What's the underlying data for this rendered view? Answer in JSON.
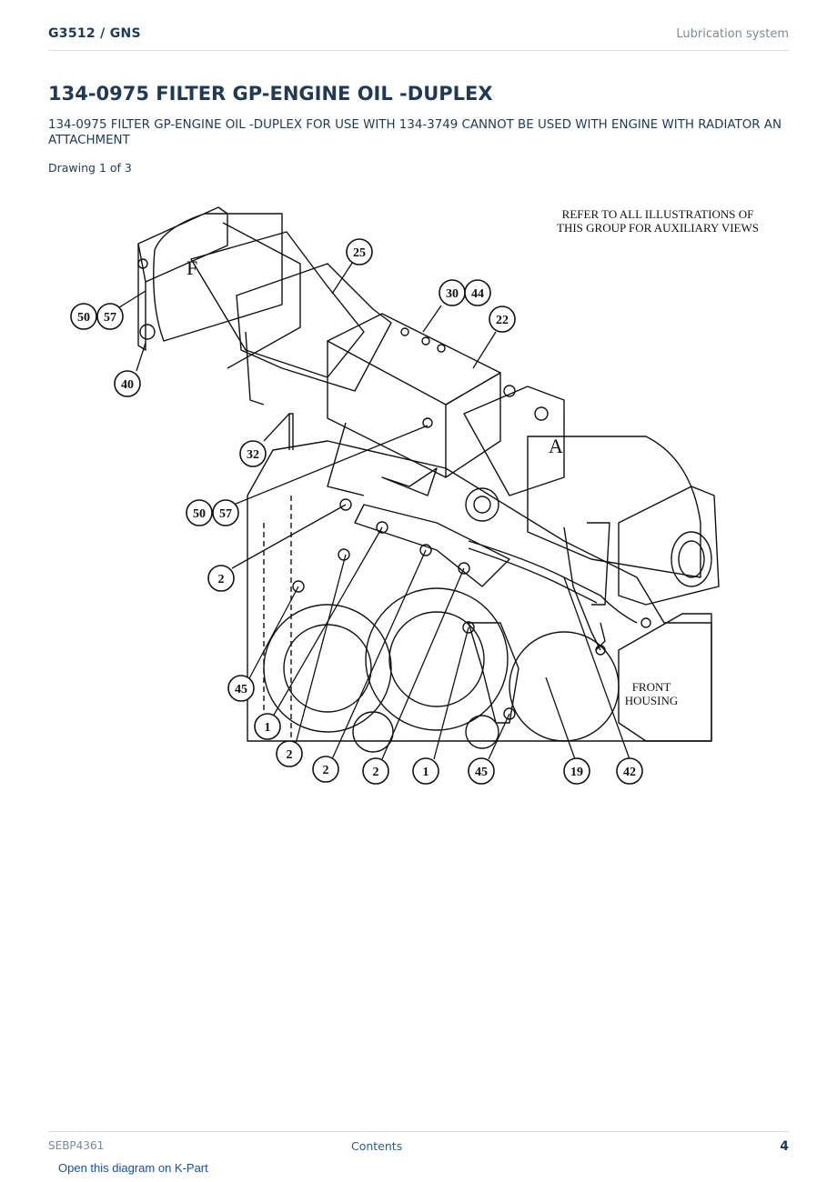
{
  "header": {
    "model": "G3512  /  GNS",
    "section": "Lubrication system"
  },
  "page": {
    "title": "134-0975 FILTER GP-ENGINE OIL -DUPLEX",
    "description": "134-0975 FILTER GP-ENGINE OIL -DUPLEX FOR USE WITH 134-3749 CANNOT BE USED WITH ENGINE WITH RADIATOR AN ATTACHMENT",
    "drawing_label": "Drawing 1 of 3"
  },
  "diagram": {
    "note_line1": "REFER TO ALL ILLUSTRATIONS OF",
    "note_line2": "THIS GROUP FOR AUXILIARY VIEWS",
    "view_f": "F",
    "view_a": "A",
    "front_housing_line1": "FRONT",
    "front_housing_line2": "HOUSING",
    "callouts": [
      "25",
      "30",
      "44",
      "22",
      "50",
      "57",
      "40",
      "32",
      "50",
      "57",
      "2",
      "45",
      "1",
      "2",
      "2",
      "2",
      "1",
      "45",
      "19",
      "42"
    ]
  },
  "footer": {
    "doc_id": "SEBP4361",
    "contents_link": "Contents",
    "page_number": "4",
    "kpart_link": "Open this diagram on K-Part"
  }
}
